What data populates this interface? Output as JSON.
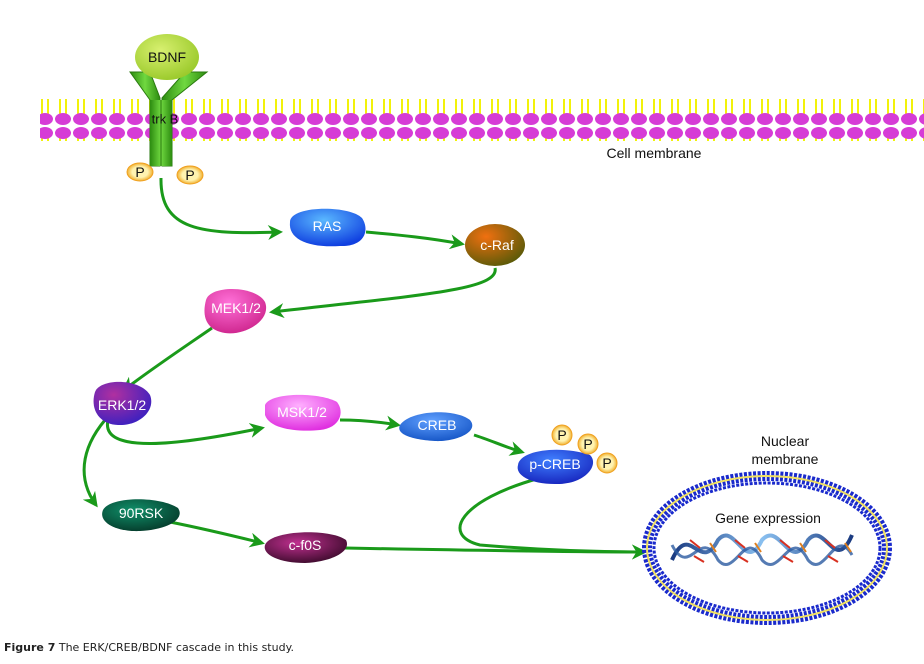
{
  "diagram": {
    "ligand": "BDNF",
    "receptor": "trk B",
    "phospho_label": "P",
    "cell_membrane_label": "Cell membrane",
    "nuclear_membrane_label_line1": "Nuclear",
    "nuclear_membrane_label_line2": "membrane",
    "gene_expression_label": "Gene expression",
    "nodes": {
      "ras": "RAS",
      "craf": "c-Raf",
      "mek": "MEK1/2",
      "erk": "ERK1/2",
      "msk": "MSK1/2",
      "creb": "CREB",
      "pcreb": "p-CREB",
      "rsk": "90RSK",
      "cfos": "c-f0S"
    },
    "pathway": [
      [
        "trk B",
        "RAS"
      ],
      [
        "RAS",
        "c-Raf"
      ],
      [
        "c-Raf",
        "MEK1/2"
      ],
      [
        "MEK1/2",
        "ERK1/2"
      ],
      [
        "ERK1/2",
        "MSK1/2"
      ],
      [
        "MSK1/2",
        "CREB"
      ],
      [
        "CREB",
        "p-CREB"
      ],
      [
        "p-CREB",
        "Gene expression"
      ],
      [
        "ERK1/2",
        "90RSK"
      ],
      [
        "90RSK",
        "c-f0S"
      ],
      [
        "c-f0S",
        "Gene expression"
      ]
    ],
    "colors": {
      "arrow": "#1a9a1a",
      "membrane_head": "#d63cd6",
      "membrane_tail": "#f2f20a",
      "receptor": "#48b820",
      "ligand": "#b4dc3c",
      "nucleus_outer": "#1a2acc",
      "nucleus_inner": "#f0e060"
    }
  },
  "caption": {
    "label": "Figure 7",
    "text": " The ERK/CREB/BDNF cascade in this study."
  }
}
